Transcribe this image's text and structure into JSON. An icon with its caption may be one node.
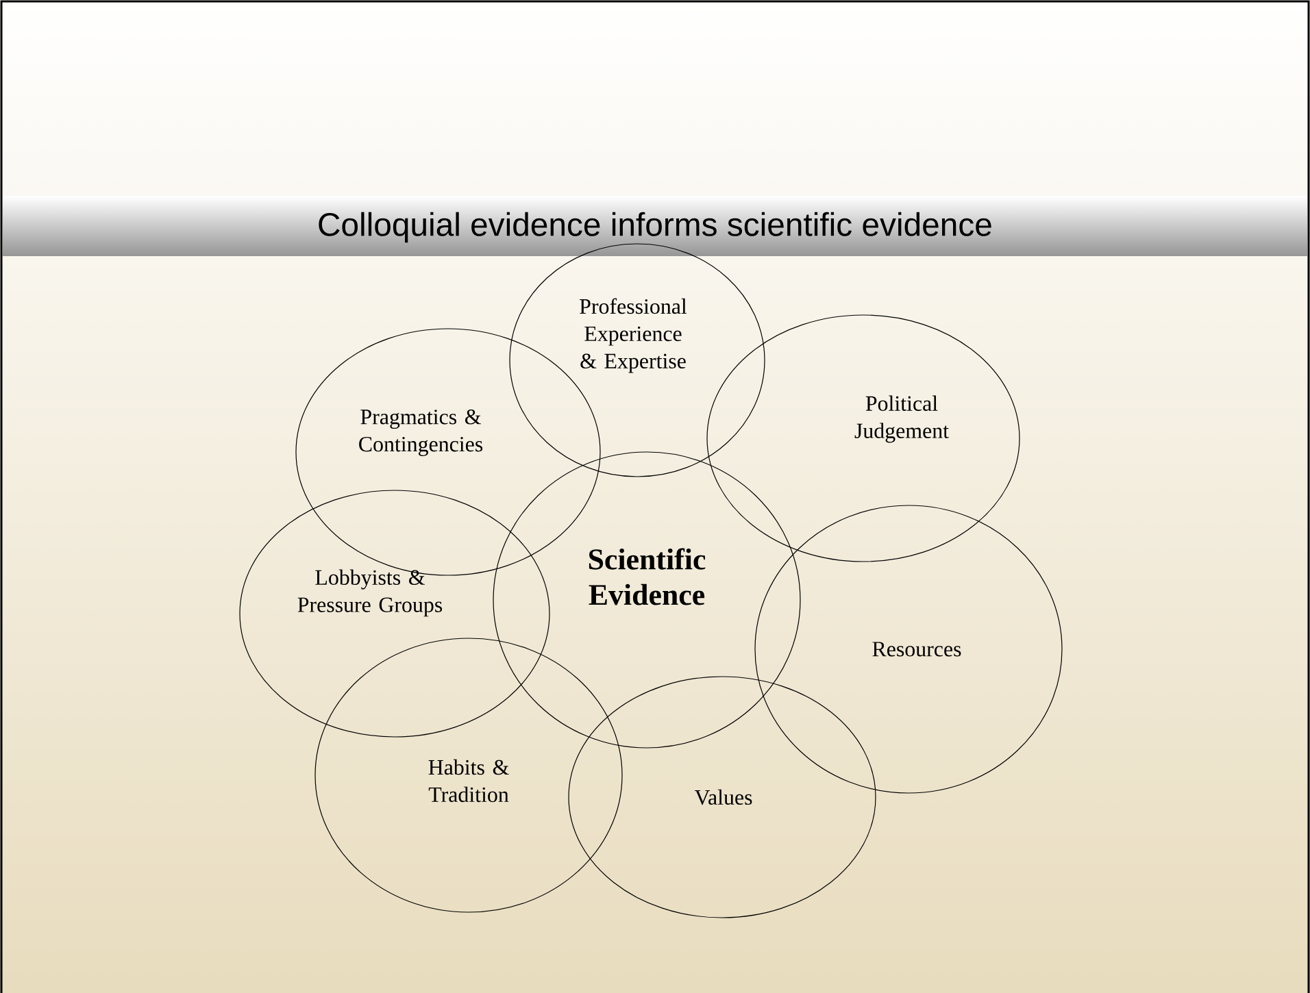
{
  "diagram": {
    "title": "Colloquial evidence informs scientific evidence",
    "nodes": [
      {
        "text": [
          "Professional Experience & Expertise"
        ]
      },
      {
        "text": [
          "Pragmatics & Contingencies"
        ]
      },
      {
        "text": [
          "Political Judgement"
        ]
      },
      {
        "text": [
          "Scientific Evidence"
        ]
      },
      {
        "text": [
          "Lobbyists & Pressure Groups"
        ]
      },
      {
        "text": [
          "Resources"
        ]
      },
      {
        "text": [
          "Habits & Tradition"
        ]
      },
      {
        "text": [
          "Values"
        ]
      }
    ]
  }
}
